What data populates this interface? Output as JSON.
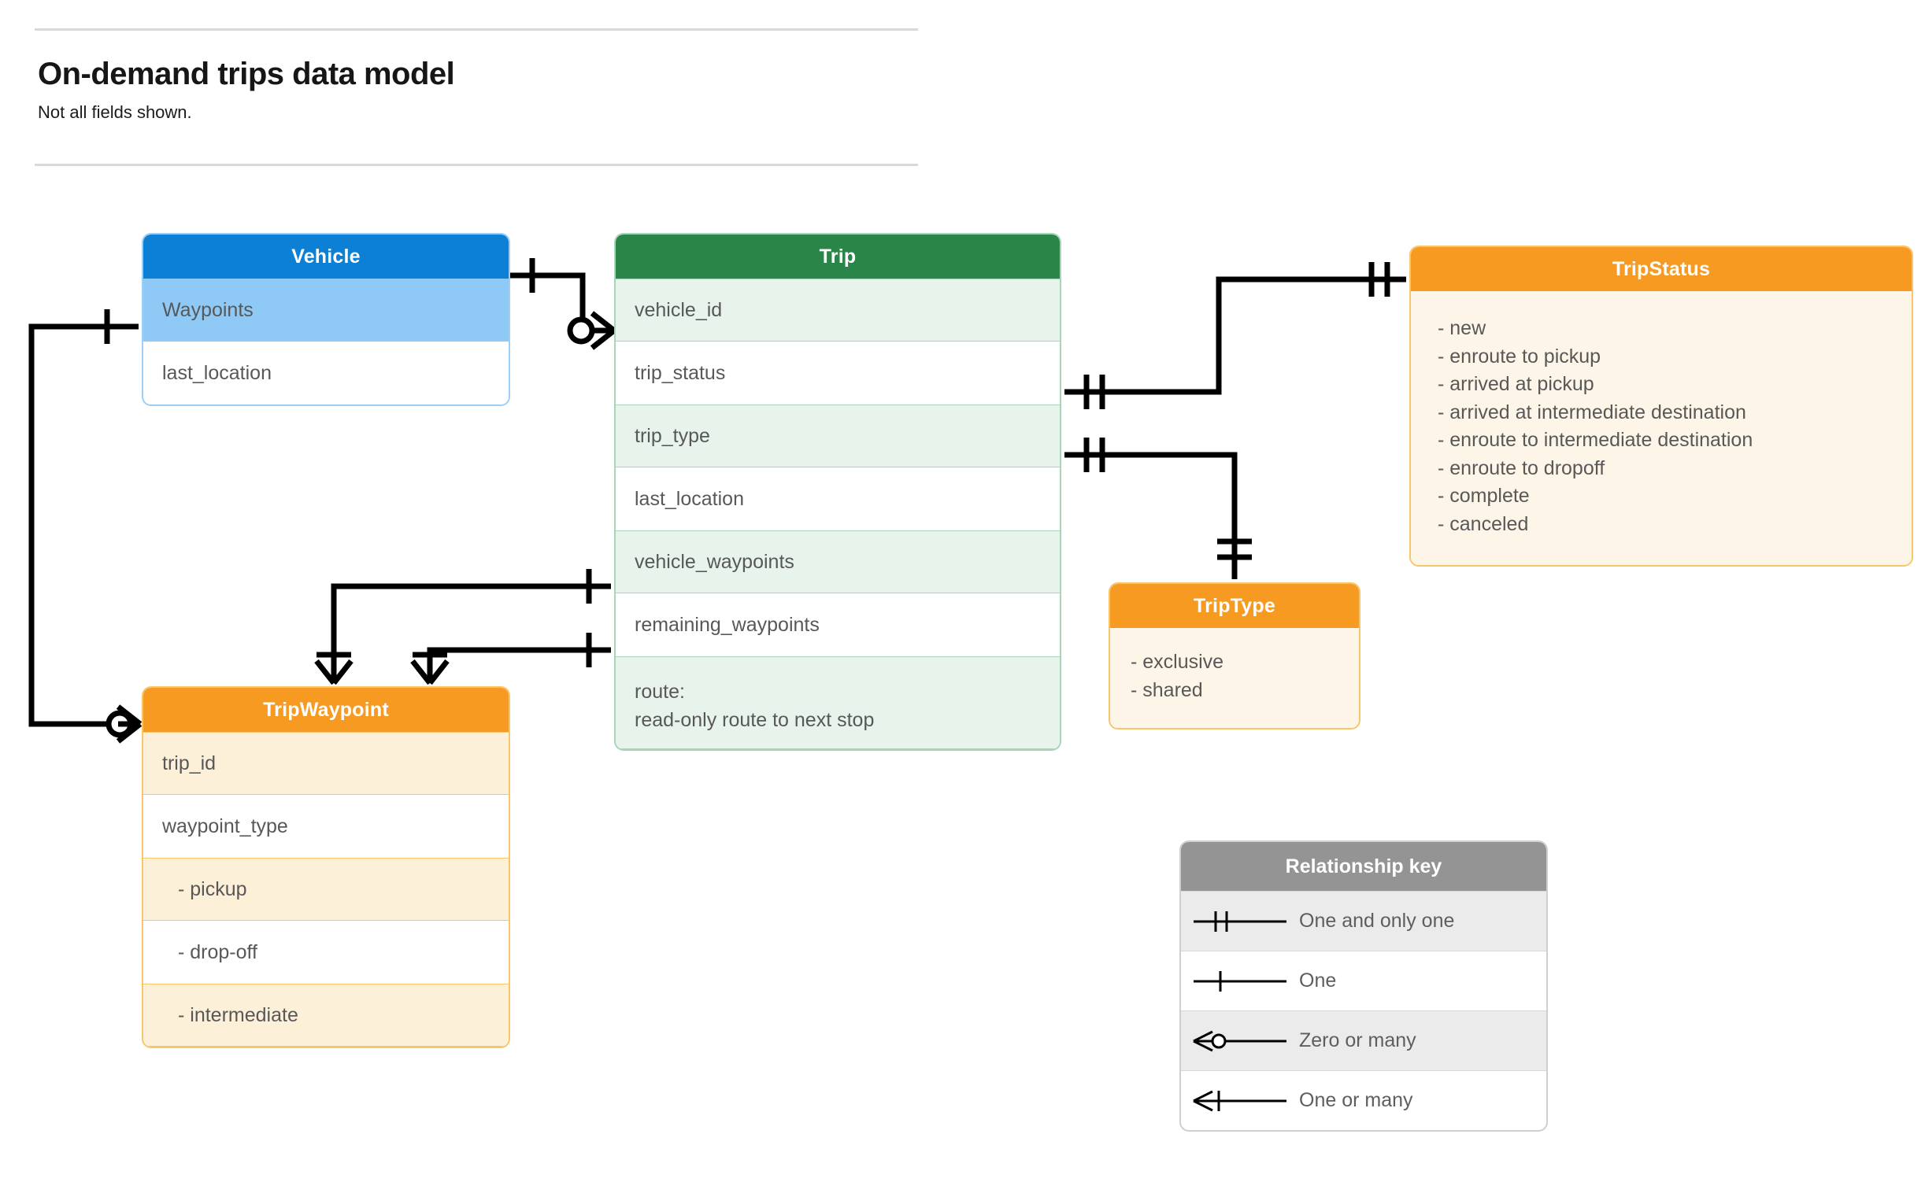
{
  "header": {
    "title": "On-demand trips data model",
    "subtitle": "Not all fields shown."
  },
  "entities": {
    "vehicle": {
      "name": "Vehicle",
      "color": "#0b80d4",
      "fields": [
        {
          "label": "Waypoints"
        },
        {
          "label": "last_location"
        }
      ]
    },
    "trip": {
      "name": "Trip",
      "color": "#2a8549",
      "fields": [
        {
          "label": "vehicle_id"
        },
        {
          "label": "trip_status"
        },
        {
          "label": "trip_type"
        },
        {
          "label": "last_location"
        },
        {
          "label": "vehicle_waypoints"
        },
        {
          "label": "remaining_waypoints"
        },
        {
          "label": "route:",
          "label2": "read-only route to next stop"
        }
      ]
    },
    "tripwaypoint": {
      "name": "TripWaypoint",
      "color": "#f79a21",
      "fields": [
        {
          "label": "trip_id"
        },
        {
          "label": "waypoint_type"
        },
        {
          "label": "-  pickup"
        },
        {
          "label": "-  drop-off"
        },
        {
          "label": "-  intermediate"
        }
      ]
    },
    "tripstatus": {
      "name": "TripStatus",
      "color": "#f79a21",
      "values": [
        "- new",
        "- enroute to pickup",
        "- arrived at pickup",
        "- arrived at intermediate destination",
        "- enroute to intermediate destination",
        "- enroute to dropoff",
        "- complete",
        "- canceled"
      ]
    },
    "triptype": {
      "name": "TripType",
      "color": "#f79a21",
      "values": [
        "- exclusive",
        "- shared"
      ]
    }
  },
  "legend": {
    "title": "Relationship key",
    "rows": [
      {
        "symbol": "one-and-only-one",
        "label": "One and only one"
      },
      {
        "symbol": "one",
        "label": "One"
      },
      {
        "symbol": "zero-or-many",
        "label": "Zero or many"
      },
      {
        "symbol": "one-or-many",
        "label": "One or many"
      }
    ]
  },
  "relationships": [
    {
      "from": "Vehicle",
      "to": "Trip.vehicle_id",
      "from_card": "one",
      "to_card": "zero-or-many"
    },
    {
      "from": "Vehicle.Waypoints",
      "to": "TripWaypoint",
      "from_card": "one",
      "to_card": "zero-or-many"
    },
    {
      "from": "Trip.trip_status",
      "to": "TripStatus",
      "from_card": "one-and-only-one",
      "to_card": "one-and-only-one"
    },
    {
      "from": "Trip.trip_type",
      "to": "TripType",
      "from_card": "one-and-only-one",
      "to_card": "one-and-only-one"
    },
    {
      "from": "Trip.vehicle_waypoints",
      "to": "TripWaypoint",
      "from_card": "one",
      "to_card": "one-or-many"
    },
    {
      "from": "Trip.remaining_waypoints",
      "to": "TripWaypoint",
      "from_card": "one",
      "to_card": "one-or-many"
    }
  ],
  "colors": {
    "blue": "#0b80d4",
    "blue_light": "#8fc9f5",
    "green": "#2a8549",
    "green_light": "#e8f3ec",
    "orange": "#f79a21",
    "orange_light": "#fdf6e8",
    "gray": "#949494"
  }
}
